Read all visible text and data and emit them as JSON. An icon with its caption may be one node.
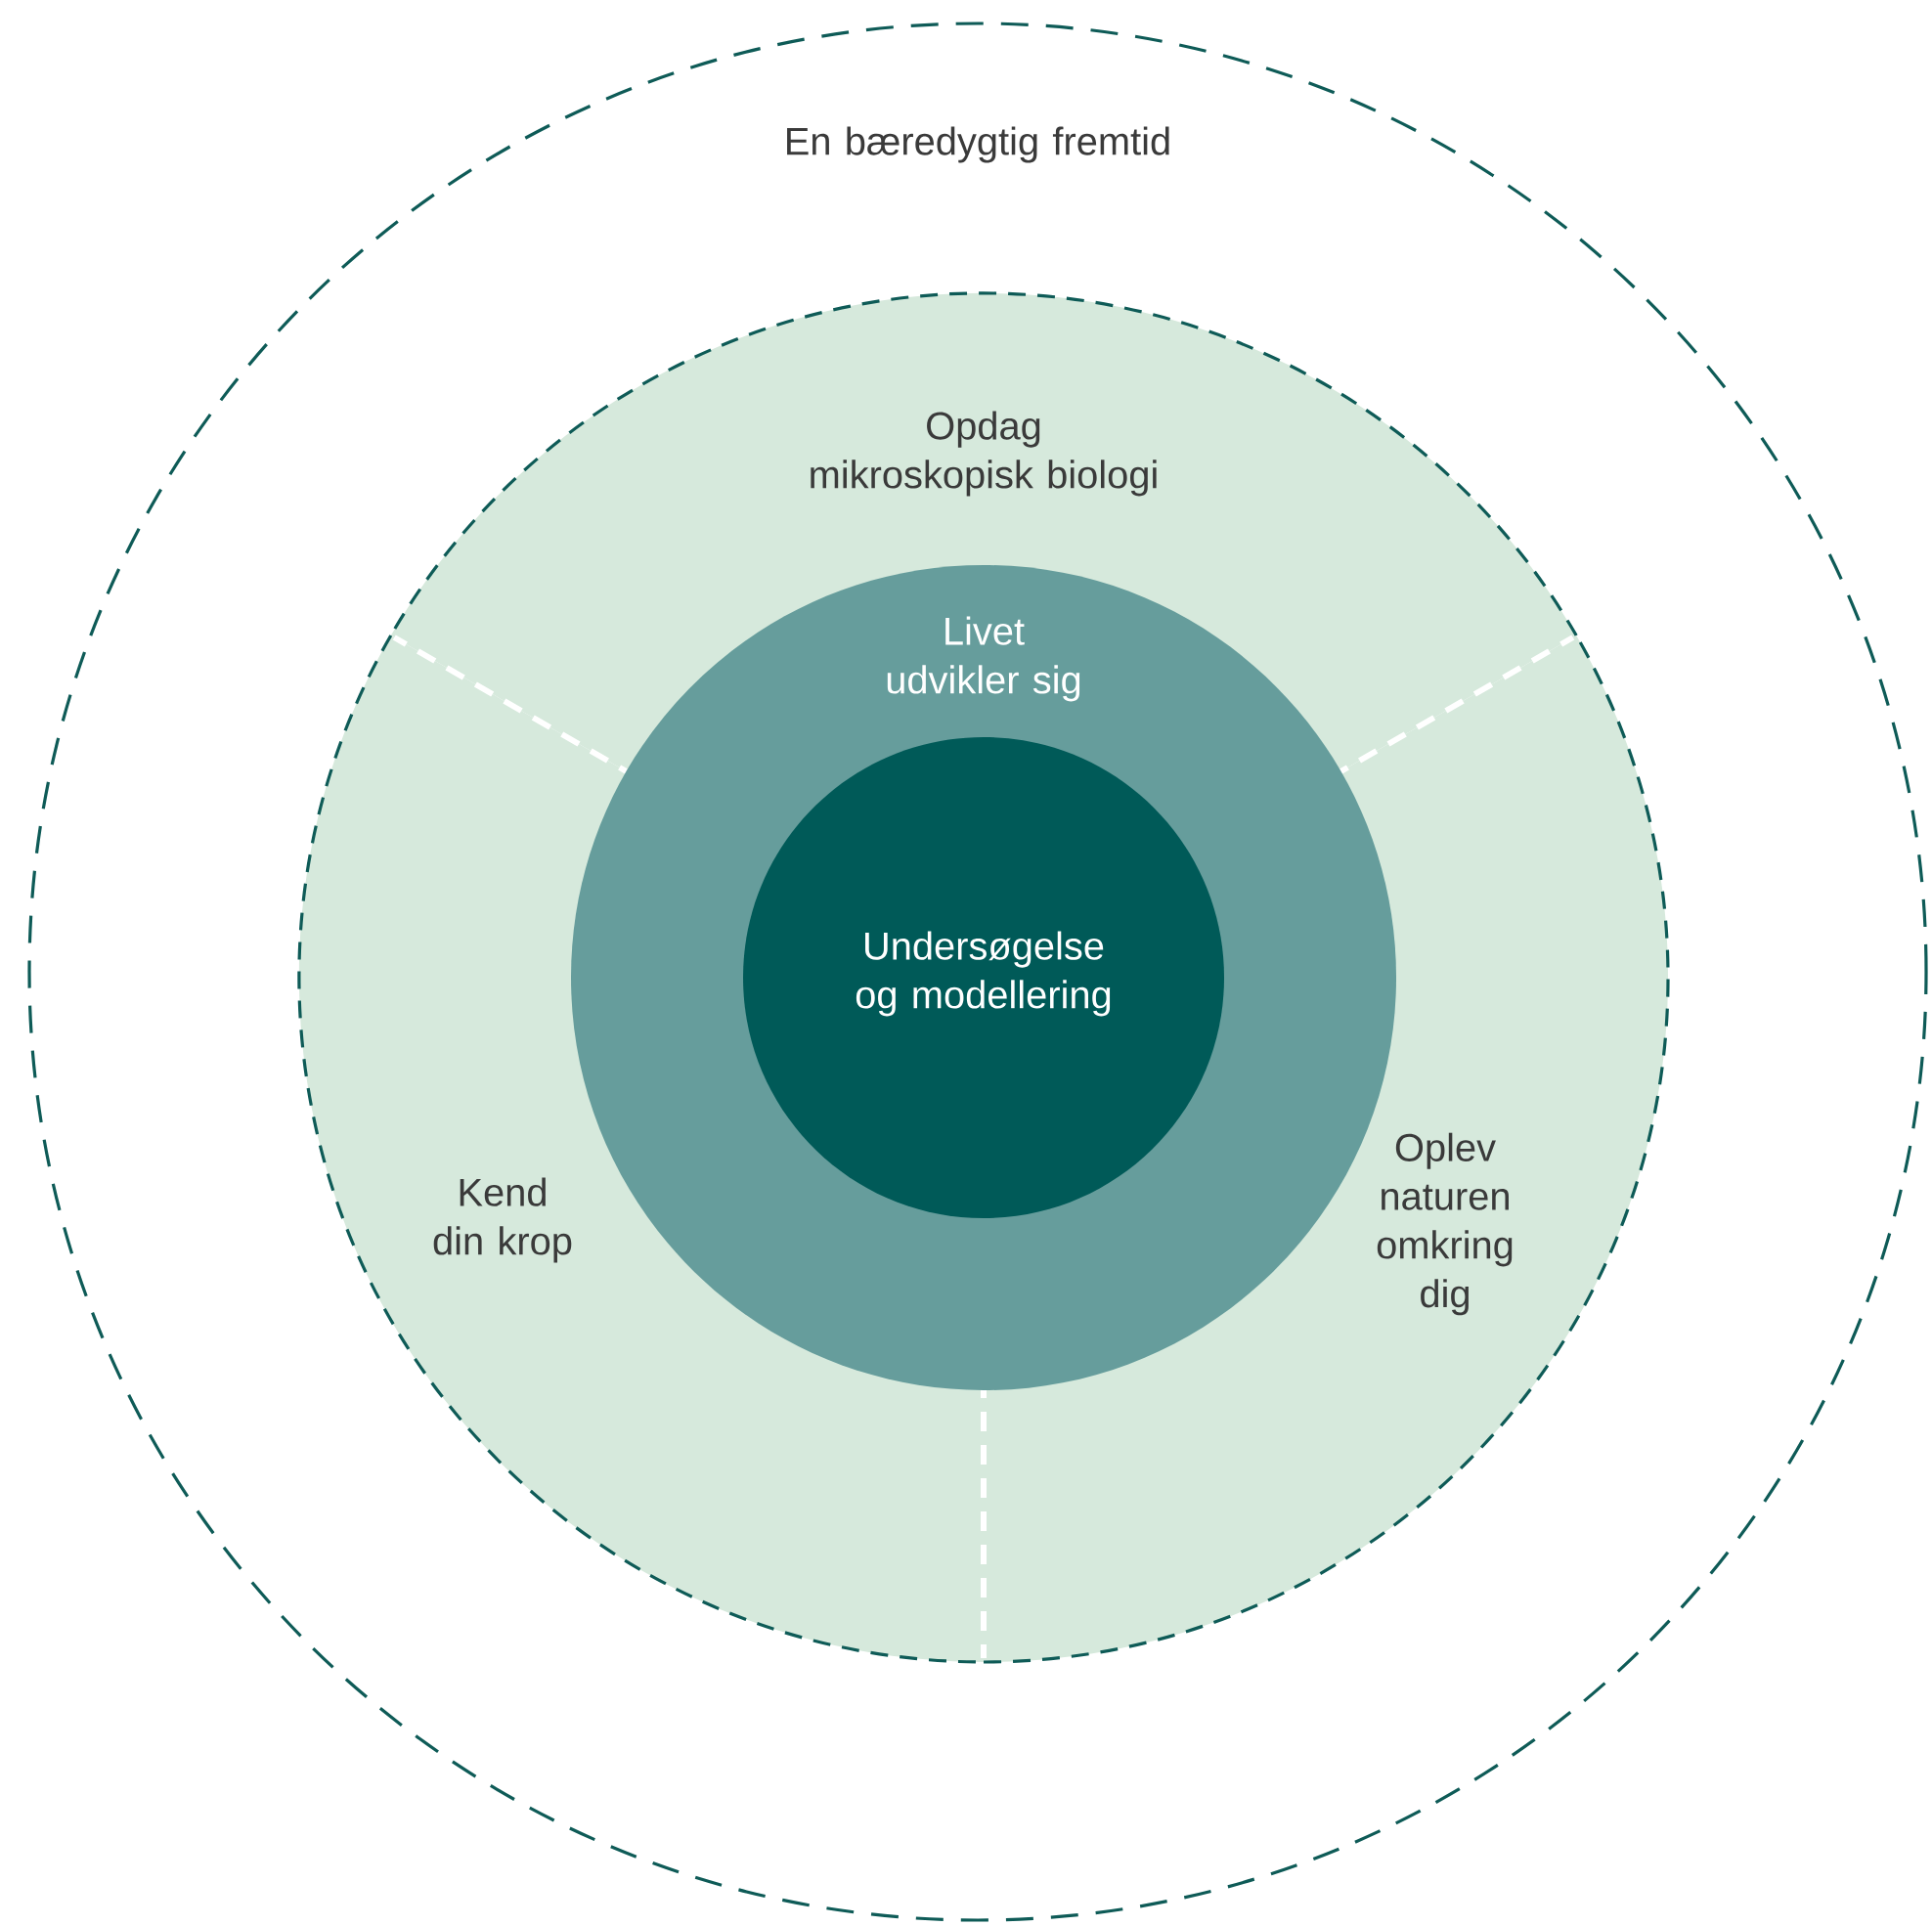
{
  "diagram": {
    "nodes": [
      {
        "text": [
          "En bæredygtig fremtid"
        ]
      },
      {
        "text": [
          "Opdag mikroskopisk biologi"
        ],
        "in": 0
      },
      {
        "text": [
          "Kend din krop"
        ],
        "in": 0
      },
      {
        "text": [
          "Oplev naturen omkring dig"
        ],
        "in": 0
      },
      {
        "text": [
          "Livet udvikler sig"
        ],
        "in": 0
      },
      {
        "text": [
          "Undersøgelse og modellering"
        ],
        "in": 4
      }
    ]
  }
}
